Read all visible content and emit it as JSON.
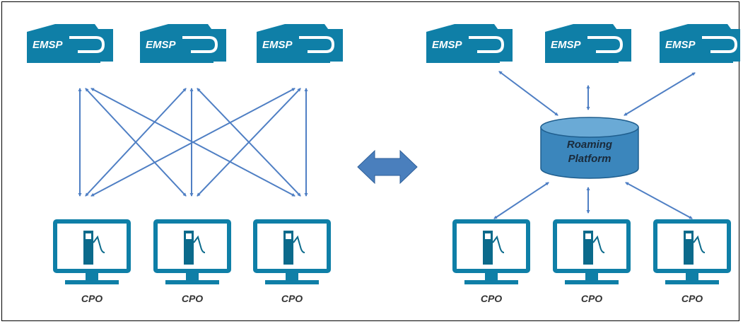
{
  "left_panel": {
    "emsp_cards": [
      "EMSP",
      "EMSP",
      "EMSP"
    ],
    "cpo_stations": [
      "CPO",
      "CPO",
      "CPO"
    ]
  },
  "right_panel": {
    "emsp_cards": [
      "EMSP",
      "EMSP",
      "EMSP"
    ],
    "platform": {
      "line1": "Roaming",
      "line2": "Platform"
    },
    "cpo_stations": [
      "CPO",
      "CPO",
      "CPO"
    ]
  },
  "colors": {
    "icon": "#0f7fa7",
    "icon_dark": "#0b6a8b",
    "arrow": "#4f7fc4",
    "central_arrow": "#4a7fbd",
    "platform_fill": "#3b86bc",
    "platform_top": "#6aaad6",
    "label_text": "#ffffff",
    "cpo_text": "#333333"
  }
}
